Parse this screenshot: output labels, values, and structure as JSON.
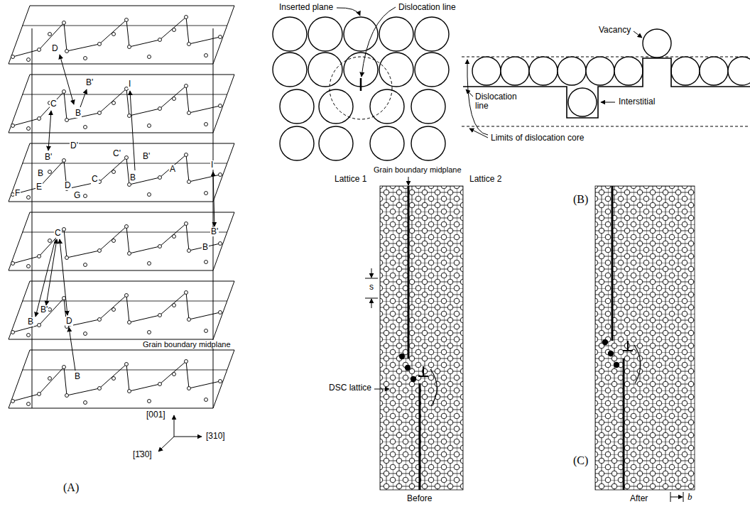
{
  "diagram": {
    "labels": [
      "D",
      "B'",
      "I",
      "C",
      "B",
      "D'",
      "B'",
      "C'",
      "B'",
      "A",
      "I",
      "B",
      "C",
      "B",
      "F",
      "E",
      "D",
      "G",
      "C",
      "B'",
      "B",
      "B'",
      "B",
      "D",
      "B",
      "Grain boundary midplane",
      "[001]",
      "[310]",
      "[1̄30]",
      "(A)",
      "Inserted plane",
      "Dislocation line",
      "Vacancy",
      "Interstitial",
      "Dislocation line",
      "Limits of dislocation core",
      "(B)",
      "Grain boundary midplane",
      "Lattice 1",
      "Lattice 2",
      "s",
      "DSC lattice",
      "Before",
      "(C)",
      "After",
      "b"
    ]
  }
}
